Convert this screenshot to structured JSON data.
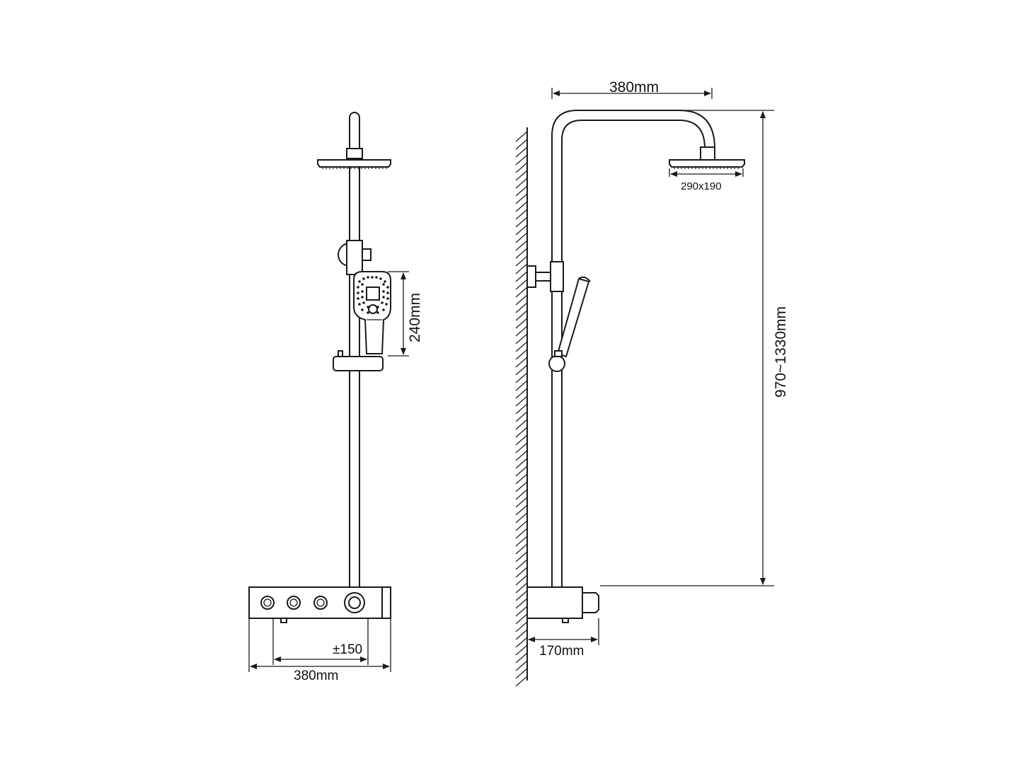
{
  "front_view": {
    "handshower_height_label": "240mm",
    "panel_width_label": "380mm",
    "inlet_tolerance_label": "±150"
  },
  "side_view": {
    "arm_reach_label": "380mm",
    "head_size_label": "290x190",
    "height_range_label": "970~1330mm",
    "panel_depth_label": "170mm"
  },
  "colors": {
    "line": "#1a1a1a",
    "background": "#ffffff"
  }
}
